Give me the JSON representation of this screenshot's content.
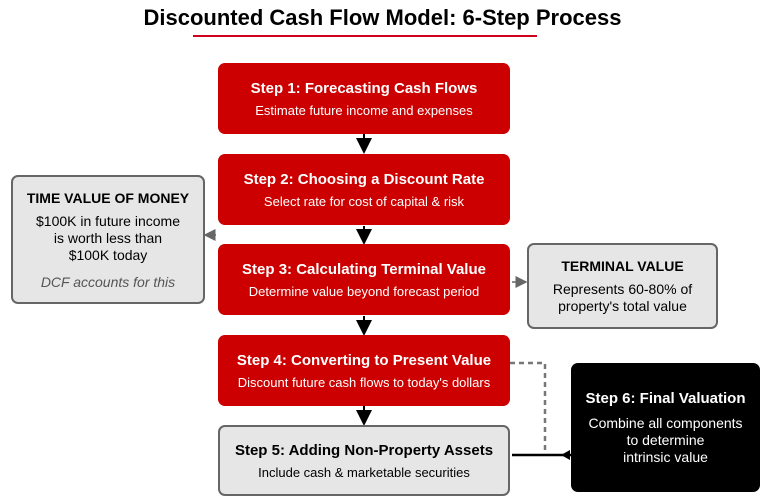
{
  "title": "Discounted Cash Flow Model: 6-Step Process",
  "steps": [
    {
      "heading": "Step 1: Forecasting Cash Flows",
      "sub": "Estimate future income and expenses"
    },
    {
      "heading": "Step 2: Choosing a Discount Rate",
      "sub": "Select rate for cost of capital & risk"
    },
    {
      "heading": "Step 3: Calculating Terminal Value",
      "sub": "Determine value beyond forecast period"
    },
    {
      "heading": "Step 4: Converting to Present Value",
      "sub": "Discount future cash flows to today's dollars"
    },
    {
      "heading": "Step 5: Adding Non-Property Assets",
      "sub": "Include cash & marketable securities"
    },
    {
      "heading": "Step 6: Final Valuation",
      "sub": [
        "Combine all components",
        "to determine",
        "intrinsic value"
      ]
    }
  ],
  "time_value": {
    "heading": "TIME VALUE OF MONEY",
    "lines": [
      "$100K in future income",
      "is worth less than",
      "$100K today"
    ],
    "note": "DCF accounts for this"
  },
  "terminal_value": {
    "heading": "TERMINAL VALUE",
    "lines": [
      "Represents 60-80% of",
      "property's total value"
    ]
  },
  "colors": {
    "accent": "#cc0000",
    "neutral": "#e6e6e6",
    "final": "#000000"
  }
}
